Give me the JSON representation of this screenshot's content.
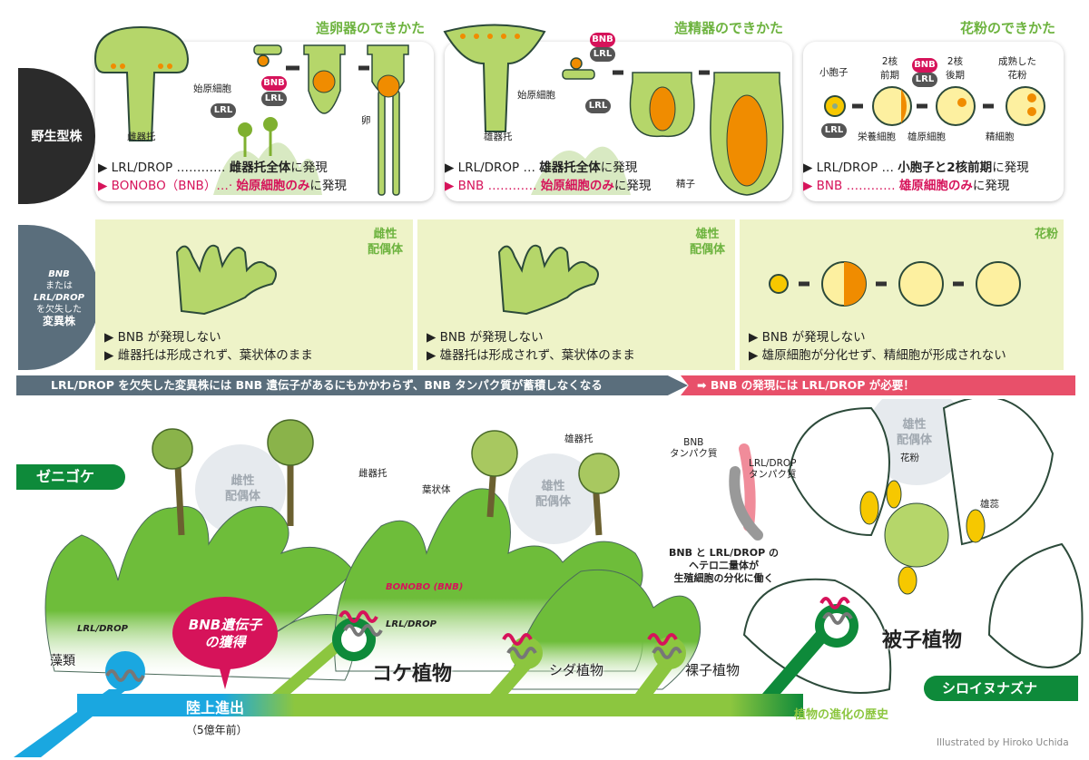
{
  "wild_type": {
    "label": "野生型株",
    "panels": [
      {
        "title": "造卵器のできかた",
        "labels": {
          "receptacle": "雌器托",
          "initial_cell": "始原細胞",
          "egg": "卵",
          "bnb": "BNB",
          "lrl": "LRL",
          "lrl2": "LRL"
        },
        "line1": {
          "prefix": "▶ LRL/DROP ………… ",
          "highlight": "雌器托全体",
          "suffix": "に発現"
        },
        "line2": {
          "prefix": "▶ BONOBO（BNB）…· ",
          "highlight": "始原細胞のみ",
          "suffix": "に発現"
        }
      },
      {
        "title": "造精器のできかた",
        "labels": {
          "receptacle": "雄器托",
          "initial_cell": "始原細胞",
          "sperm": "精子",
          "bnb": "BNB",
          "lrl": "LRL",
          "lrl2": "LRL"
        },
        "line1": {
          "prefix": "▶ LRL/DROP … ",
          "highlight": "雄器托全体",
          "suffix": "に発現"
        },
        "line2": {
          "prefix": "▶ BNB ………… ",
          "highlight": "始原細胞のみ",
          "suffix": "に発現"
        }
      },
      {
        "title": "花粉のできかた",
        "labels": {
          "microspore": "小胞子",
          "early": "2核\n前期",
          "late": "2核\n後期",
          "mature": "成熟した\n花粉",
          "vegetative": "栄養細胞",
          "generative": "雄原細胞",
          "sperm_cell": "精細胞",
          "bnb": "BNB",
          "lrl": "LRL",
          "lrl2": "LRL"
        },
        "line1": {
          "prefix": "▶ LRL/DROP … ",
          "highlight": "小胞子と2核前期",
          "suffix": "に発現"
        },
        "line2": {
          "prefix": "▶ BNB ………… ",
          "highlight": "雄原細胞のみ",
          "suffix": "に発現"
        }
      }
    ]
  },
  "mutant": {
    "label_lines": [
      "BNB",
      "または",
      "LRL/DROP",
      "を欠失した",
      "変異株"
    ],
    "panels": [
      {
        "tag": "雌性\n配偶体",
        "lines": [
          "▶ BNB が発現しない",
          "▶ 雌器托は形成されず、葉状体のまま"
        ]
      },
      {
        "tag": "雄性\n配偶体",
        "lines": [
          "▶ BNB が発現しない",
          "▶ 雄器托は形成されず、葉状体のまま"
        ]
      },
      {
        "tag": "花粉",
        "lines": [
          "▶ BNB が発現しない",
          "▶ 雄原細胞が分化せず、精細胞が形成されない"
        ]
      }
    ]
  },
  "banner": {
    "left": "LRL/DROP を欠失した変異株には BNB 遺伝子があるにもかかわらず、BNB タンパク質が蓄積しなくなる",
    "right": "➡ BNB の発現には LRL/DROP が必要！"
  },
  "evolution": {
    "liverwort": "ゼニゴケ",
    "arabidopsis": "シロイヌナズナ",
    "female_gametophyte": "雌性\n配偶体",
    "male_gametophyte": "雄性\n配偶体",
    "male_gametophyte2": "雄性\n配偶体",
    "archegoniophore": "雌器托",
    "antheridiophore": "雄器托",
    "thallus": "葉状体",
    "pollen": "花粉",
    "stamen": "雄蕊",
    "bnb_protein": "BNB\nタンパク質",
    "lrl_protein": "LRL/DROP\nタンパク質",
    "heterodimer": "BNB と LRL/DROP の\nヘテロ二量体が\n生殖細胞の分化に働く",
    "gene_lrl": "LRL/DROP",
    "gene_bnb": "BONOBO (BNB)",
    "gene_lrl2": "LRL/DROP",
    "algae": "藻類",
    "bnb_acquired": "BNB遺伝子\nの獲得",
    "land": "陸上進出",
    "age": "（5億年前）",
    "bryophytes": "コケ植物",
    "ferns": "シダ植物",
    "gymnosperms": "裸子植物",
    "angiosperms": "被子植物",
    "history": "植物の進化の歴史",
    "credit": "Illustrated by Hiroko Uchida"
  },
  "colors": {
    "green": "#6db33f",
    "pink": "#d6135a",
    "blue": "#1aa7e0",
    "dark_green": "#0e8a3a",
    "slate": "#5a6e7c",
    "banner_pink": "#e8506a"
  }
}
